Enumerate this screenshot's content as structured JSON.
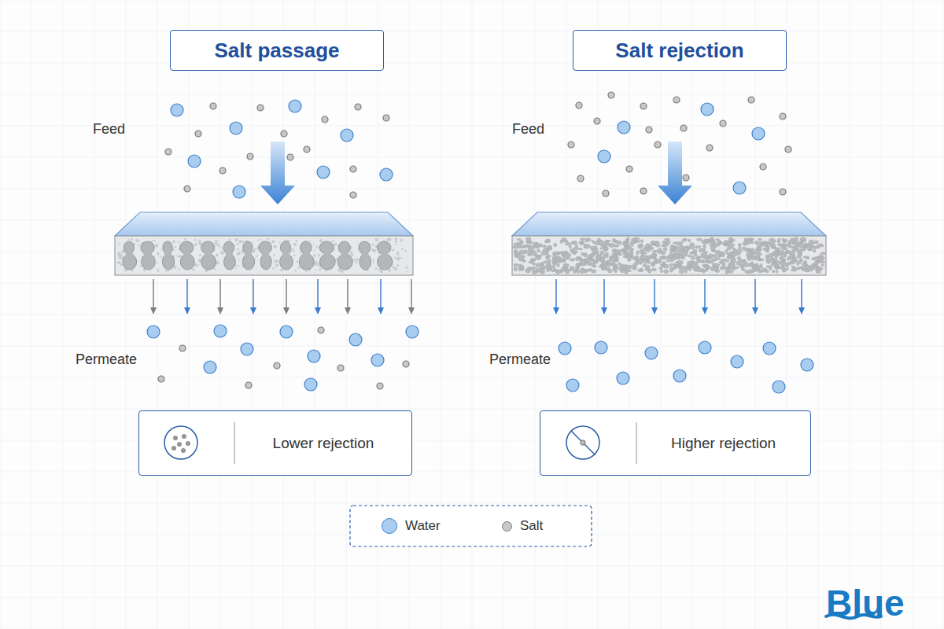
{
  "diagram": {
    "nodes": [
      {
        "text": [
          "Salt passage"
        ]
      },
      {
        "text": [
          "Salt rejection"
        ]
      },
      {
        "text": [
          "Lower rejection"
        ]
      },
      {
        "text": [
          "Higher rejection"
        ]
      }
    ],
    "labels": [
      "Feed",
      "Permeate",
      "Feed",
      "Permeate",
      "Blue"
    ],
    "legend": [
      {
        "text": "Water",
        "color": "#a9cdef"
      },
      {
        "text": "Salt",
        "color": "#c8c8c8"
      }
    ]
  }
}
